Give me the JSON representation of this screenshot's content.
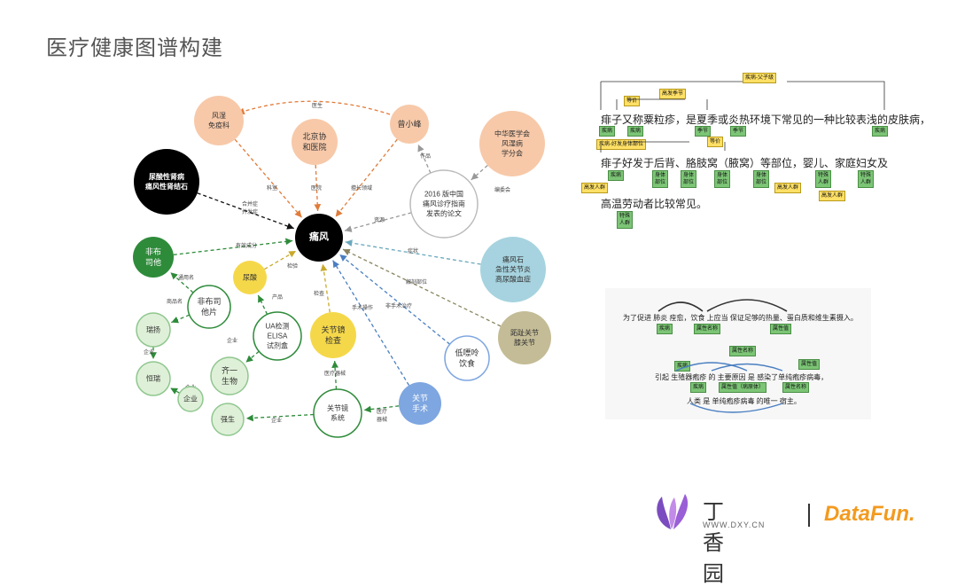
{
  "title": "医疗健康图谱构建",
  "graph": {
    "nodes": [
      {
        "id": "fengshi",
        "label": "风湿\n免疫科",
        "color": "#f7c9a9",
        "text": "#333"
      },
      {
        "id": "beijing",
        "label": "北京协\n和医院",
        "color": "#f7c9a9",
        "text": "#333"
      },
      {
        "id": "zeng",
        "label": "曾小峰",
        "color": "#f7c9a9",
        "text": "#333"
      },
      {
        "id": "zhonghua",
        "label": "中华医学会\n风湿病\n学分会",
        "color": "#f7c9a9",
        "text": "#333"
      },
      {
        "id": "niaosuan_shen",
        "label": "尿酸性肾病\n痛风性肾结石",
        "color": "#000000",
        "text": "#fff"
      },
      {
        "id": "tongfeng",
        "label": "痛风",
        "color": "#000000",
        "text": "#fff"
      },
      {
        "id": "zhinan",
        "label": "2016 版中国\n痛风诊疗指南\n发表的论文",
        "color": "#ffffff",
        "text": "#333"
      },
      {
        "id": "feibutasi",
        "label": "非布\n司他",
        "color": "#2e8b3a",
        "text": "#fff"
      },
      {
        "id": "niaosuan",
        "label": "尿酸",
        "color": "#f5d84a",
        "text": "#333"
      },
      {
        "id": "tongfengshi",
        "label": "痛风石\n急性关节炎\n高尿酸血症",
        "color": "#a6d3df",
        "text": "#333"
      },
      {
        "id": "feibu_pian",
        "label": "非布司\n他片",
        "color": "#ffffff",
        "text": "#333"
      },
      {
        "id": "ruiyang",
        "label": "瑞扬",
        "color": "#dff0d8",
        "text": "#333"
      },
      {
        "id": "ua",
        "label": "UA检测\nELISA\n试剂盒",
        "color": "#ffffff",
        "text": "#333"
      },
      {
        "id": "guanjiejing",
        "label": "关节镜\n检查",
        "color": "#f5d84a",
        "text": "#333"
      },
      {
        "id": "zhizhi",
        "label": "跖趾关节\n膝关节",
        "color": "#c4bc96",
        "text": "#333"
      },
      {
        "id": "dipiaoling",
        "label": "低嘌呤\n饮食",
        "color": "#ffffff",
        "text": "#333"
      },
      {
        "id": "hengrui",
        "label": "恒瑞",
        "color": "#dff0d8",
        "text": "#333"
      },
      {
        "id": "qiyi",
        "label": "齐一\n生物",
        "color": "#dff0d8",
        "text": "#333"
      },
      {
        "id": "qiye",
        "label": "企业",
        "color": "#dff0d8",
        "text": "#333"
      },
      {
        "id": "qiangsheng",
        "label": "强生",
        "color": "#dff0d8",
        "text": "#333"
      },
      {
        "id": "gjj_xitong",
        "label": "关节镜\n系统",
        "color": "#ffffff",
        "text": "#333"
      },
      {
        "id": "guanjie_shoushu",
        "label": "关节\n手术",
        "color": "#7ea6e0",
        "text": "#fff"
      }
    ],
    "edges": [
      {
        "label": "医生"
      },
      {
        "label": "科室"
      },
      {
        "label": "医院"
      },
      {
        "label": "擅长领域"
      },
      {
        "label": "作品"
      },
      {
        "label": "编委会"
      },
      {
        "label": "资源"
      },
      {
        "label": "合并症\n并发症"
      },
      {
        "label": "有效成分"
      },
      {
        "label": "症状"
      },
      {
        "label": "检验"
      },
      {
        "label": "解剖部位"
      },
      {
        "label": "检查"
      },
      {
        "label": "手术操作"
      },
      {
        "label": "非手术治疗"
      },
      {
        "label": "产品"
      },
      {
        "label": "通用名"
      },
      {
        "label": "商品名"
      },
      {
        "label": "企业"
      },
      {
        "label": "企业"
      },
      {
        "label": "企业"
      },
      {
        "label": "企业"
      },
      {
        "label": "医疗器械"
      },
      {
        "label": "医疗\n器械"
      }
    ]
  },
  "annotation1": {
    "lines": [
      "痱子又称粟粒疹，是夏季或炎热环境下常见的一种比较表浅的皮肤病，",
      "痱子好发于后背、胳肢窝（腋窝）等部位，婴儿、家庭妇女及",
      "高温劳动者比较常见。"
    ],
    "tags": [
      "疾病-父子级",
      "等价",
      "高发季节",
      "疾病",
      "疾病",
      "季节",
      "季节",
      "疾病",
      "疾病-好发身体部位",
      "等价",
      "疾病",
      "身体\n部位",
      "身体\n部位",
      "身体\n部位",
      "身体\n部位",
      "高发人群",
      "特殊\n人群",
      "特殊\n人群",
      "高发人群",
      "高发人群",
      "特殊\n人群"
    ]
  },
  "annotation2": {
    "line1": "为了促进 肺炎 痊愈，饮食 上应当 保证足够的热量、蛋白质和维生素摄入。",
    "line2": "引起 生殖器疱疹 的 主要原因 是 感染了单纯疱疹病毒，",
    "line3": "人类 是 单纯疱疹病毒 的唯一 宿主。",
    "tags": [
      "疾病",
      "属性名称",
      "属性值",
      "属性名称",
      "疾病",
      "属性值",
      "疾病",
      "属性值（病原体）",
      "属性名称"
    ]
  },
  "logos": {
    "dxy": "丁香园",
    "dxy_url": "WWW.DXY.CN",
    "datafun": "DataFun."
  },
  "colors": {
    "accent_orange": "#e07b39",
    "accent_green": "#2e8b3a",
    "accent_blue": "#4a7fc1"
  }
}
